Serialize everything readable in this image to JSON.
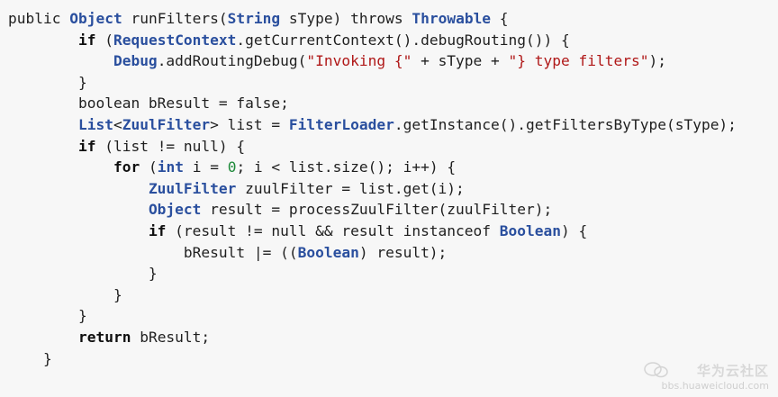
{
  "code": {
    "lines": [
      [
        {
          "c": "p",
          "t": "public "
        },
        {
          "c": "t",
          "t": "Object"
        },
        {
          "c": "p",
          "t": " runFilters("
        },
        {
          "c": "t",
          "t": "String"
        },
        {
          "c": "p",
          "t": " sType) throws "
        },
        {
          "c": "t",
          "t": "Throwable"
        },
        {
          "c": "p",
          "t": " {"
        }
      ],
      [
        {
          "c": "p",
          "t": "        "
        },
        {
          "c": "k",
          "t": "if"
        },
        {
          "c": "p",
          "t": " ("
        },
        {
          "c": "t",
          "t": "RequestContext"
        },
        {
          "c": "p",
          "t": ".getCurrentContext().debugRouting()) {"
        }
      ],
      [
        {
          "c": "p",
          "t": "            "
        },
        {
          "c": "t",
          "t": "Debug"
        },
        {
          "c": "p",
          "t": ".addRoutingDebug("
        },
        {
          "c": "s",
          "t": "\"Invoking {\""
        },
        {
          "c": "p",
          "t": " + sType + "
        },
        {
          "c": "s",
          "t": "\"} type filters\""
        },
        {
          "c": "p",
          "t": ");"
        }
      ],
      [
        {
          "c": "p",
          "t": "        }"
        }
      ],
      [
        {
          "c": "p",
          "t": "        boolean bResult = false;"
        }
      ],
      [
        {
          "c": "p",
          "t": "        "
        },
        {
          "c": "t",
          "t": "List"
        },
        {
          "c": "p",
          "t": "<"
        },
        {
          "c": "t",
          "t": "ZuulFilter"
        },
        {
          "c": "p",
          "t": "> list = "
        },
        {
          "c": "t",
          "t": "FilterLoader"
        },
        {
          "c": "p",
          "t": ".getInstance().getFiltersByType(sType);"
        }
      ],
      [
        {
          "c": "p",
          "t": "        "
        },
        {
          "c": "k",
          "t": "if"
        },
        {
          "c": "p",
          "t": " (list != null) {"
        }
      ],
      [
        {
          "c": "p",
          "t": "            "
        },
        {
          "c": "k",
          "t": "for"
        },
        {
          "c": "p",
          "t": " ("
        },
        {
          "c": "t",
          "t": "int"
        },
        {
          "c": "p",
          "t": " i = "
        },
        {
          "c": "n",
          "t": "0"
        },
        {
          "c": "p",
          "t": "; i < list.size(); i++) {"
        }
      ],
      [
        {
          "c": "p",
          "t": "                "
        },
        {
          "c": "t",
          "t": "ZuulFilter"
        },
        {
          "c": "p",
          "t": " zuulFilter = list.get(i);"
        }
      ],
      [
        {
          "c": "p",
          "t": "                "
        },
        {
          "c": "t",
          "t": "Object"
        },
        {
          "c": "p",
          "t": " result = processZuulFilter(zuulFilter);"
        }
      ],
      [
        {
          "c": "p",
          "t": "                "
        },
        {
          "c": "k",
          "t": "if"
        },
        {
          "c": "p",
          "t": " (result != null && result instanceof "
        },
        {
          "c": "t",
          "t": "Boolean"
        },
        {
          "c": "p",
          "t": ") {"
        }
      ],
      [
        {
          "c": "p",
          "t": "                    bResult |= (("
        },
        {
          "c": "t",
          "t": "Boolean"
        },
        {
          "c": "p",
          "t": ") result);"
        }
      ],
      [
        {
          "c": "p",
          "t": "                }"
        }
      ],
      [
        {
          "c": "p",
          "t": "            }"
        }
      ],
      [
        {
          "c": "p",
          "t": "        }"
        }
      ],
      [
        {
          "c": "p",
          "t": "        "
        },
        {
          "c": "k",
          "t": "return"
        },
        {
          "c": "p",
          "t": " bResult;"
        }
      ],
      [
        {
          "c": "p",
          "t": "    }"
        }
      ]
    ]
  },
  "watermark": {
    "title": "华为云社区",
    "site": "bbs.huaweicloud.com",
    "icon": "wechat-icon"
  }
}
